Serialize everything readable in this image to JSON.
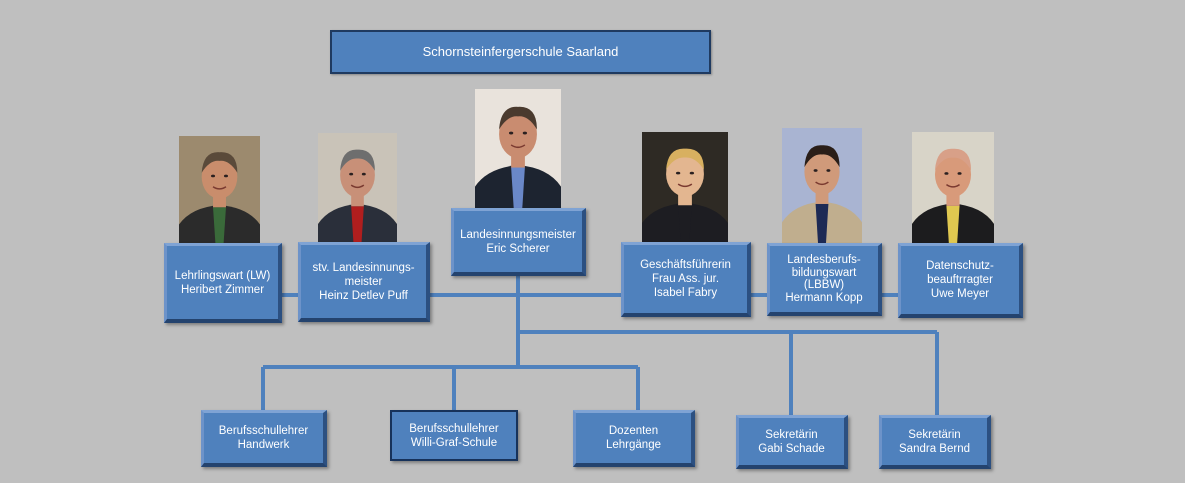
{
  "title": "Schornsteinfergerschule Saarland",
  "colors": {
    "background": "#bfbfbf",
    "box_fill": "#4f81bd",
    "connector": "#4f81bd",
    "text": "#ffffff"
  },
  "leaders": [
    {
      "lines": [
        "Lehrlingswart (LW)",
        "Heribert Zimmer"
      ]
    },
    {
      "lines": [
        "stv. Landesinnungs-",
        "meister",
        "Heinz Detlev Puff"
      ]
    },
    {
      "lines": [
        "Landesinnungsmeister",
        "Eric Scherer"
      ]
    },
    {
      "lines": [
        "Geschäftsführerin",
        "Frau Ass. jur.",
        "Isabel Fabry"
      ]
    },
    {
      "lines": [
        "Landesberufs-",
        "bildungswart",
        "(LBBW)",
        "Hermann Kopp"
      ]
    },
    {
      "lines": [
        "Datenschutz-",
        "beauftrragter",
        "Uwe Meyer"
      ]
    }
  ],
  "staff": [
    {
      "lines": [
        "Berufsschullehrer",
        "Handwerk"
      ]
    },
    {
      "lines": [
        "Berufsschullehrer",
        "Willi-Graf-Schule"
      ]
    },
    {
      "lines": [
        "Dozenten",
        "Lehrgänge"
      ]
    },
    {
      "lines": [
        "Sekretärin",
        "Gabi Schade"
      ]
    },
    {
      "lines": [
        "Sekretärin",
        "Sandra Bernd"
      ]
    }
  ],
  "photos": [
    {
      "icon": "person-photo-icon",
      "bg": "#9c8a6e",
      "suit": "#2b2b2b",
      "skin": "#c98d6c",
      "hair": "#5a4a3a",
      "shirt": "#3a6a3a"
    },
    {
      "icon": "person-photo-icon",
      "bg": "#c9c3b8",
      "suit": "#2a2f3a",
      "skin": "#c89078",
      "hair": "#6e6e6e",
      "shirt": "#b01e1e"
    },
    {
      "icon": "person-photo-icon",
      "bg": "#e9e3dc",
      "suit": "#1d2430",
      "skin": "#c98c70",
      "hair": "#4a3a2e",
      "shirt": "#6a88c8"
    },
    {
      "icon": "person-photo-icon",
      "bg": "#2e2a24",
      "suit": "#1d1d22",
      "skin": "#e3b690",
      "hair": "#d8b060",
      "shirt": "#1d1d22"
    },
    {
      "icon": "person-photo-icon",
      "bg": "#a9b4d2",
      "suit": "#c0ae8e",
      "skin": "#d09a7a",
      "hair": "#2a1e18",
      "shirt": "#1d2a55"
    },
    {
      "icon": "person-photo-icon",
      "bg": "#d8d4c8",
      "suit": "#1c1c1e",
      "skin": "#d89a7a",
      "hair": "#d8a088",
      "shirt": "#e0c850"
    }
  ]
}
